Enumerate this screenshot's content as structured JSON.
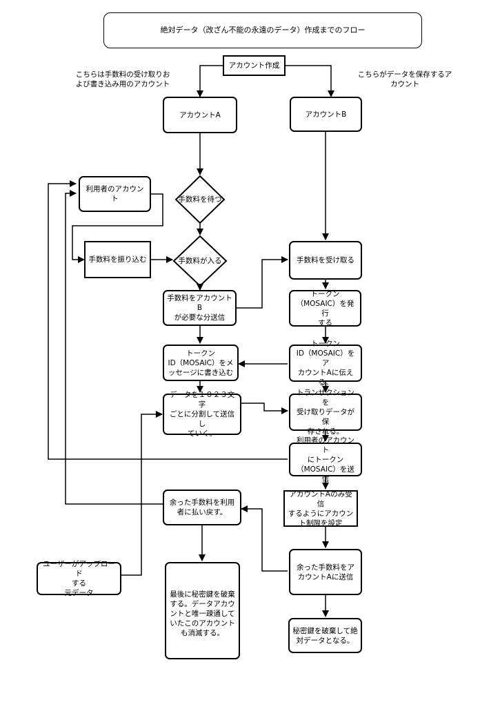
{
  "title": "絶対データ（改ざん不能の永遠のデータ）作成までのフロー",
  "nodes": {
    "create_account": "アカウント作成",
    "account_a": "アカウントA",
    "account_b": "アカウントB",
    "user_account": "利用者のアカウント",
    "wait_fee": "手数料を待つ",
    "pay_fee": "手数料を振り込む",
    "fee_arrives": "手数料が入る",
    "receive_fee": "手数料を受け取る",
    "send_to_b": "手数料をアカウントB\nが必要な分送信",
    "issue_token": "トークン\n（MOSAIC）を発行\nする",
    "write_token_id": "トークン\nID（MOSAIC）をメ\nッセージに書き込む",
    "tell_token_id": "トークン\nID（MOSAIC）をア\nカウントAに伝える。",
    "split_send": "データを１０２３文字\nごとに分割して送信し\nていく。",
    "save_data": "トランザクションを\n受け取りデータが保\n存される。",
    "send_token_user": "利用者のアカウント\nにトークン\n（MOSAIC）を送信",
    "restrict_a": "アカウントAのみ受信\nするようにアカウン\nト制限を設定",
    "refund": "余った手数料を利用\n者に払い戻す。",
    "send_rest_a": "余った手数料をア\nカウントAに送信",
    "upload": "ユーザーがアップロード\nする\n元データ",
    "destroy_key_end": "最後に秘密鍵を破棄\nする。データアカウ\nントと唯一疎通して\nいたこのアカウント\nも消滅する。",
    "final": "秘密鍵を破棄して絶\n対データとなる。"
  },
  "notes": {
    "left": "こちらは手数料の受け取りお\nよび書き込み用のアカウント",
    "right": "こちらがデータを保存するア\nカウント"
  }
}
